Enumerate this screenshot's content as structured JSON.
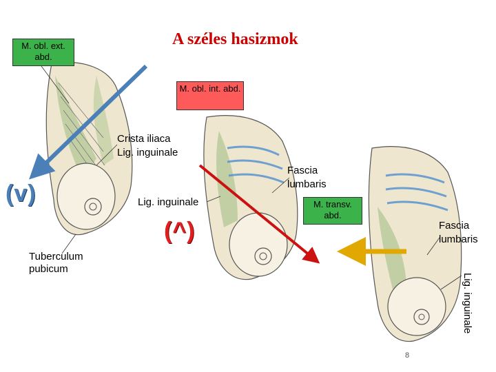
{
  "title": "A széles hasizmok",
  "labels": {
    "ext_obl": "M. obl. ext. abd.",
    "int_obl": "M. obl. int. abd.",
    "crista": "Crista iliaca",
    "lig_inguinale_1": "Lig. inguinale",
    "lig_inguinale_2": "Lig. inguinale",
    "fascia_1": "Fascia lumbaris",
    "transv": "M. transv. abd.",
    "fascia_2": "Fascia lumbaris",
    "tuberculum": "Tuberculum pubicum",
    "lig_inguinale_3": "Lig. inguinale",
    "mark_v": "(v)",
    "mark_caret": "(^)"
  },
  "page_number": "8",
  "colors": {
    "title": "#cc0000",
    "box_green": "#3cb34a",
    "box_red": "#ff5a5a",
    "arrow_blue": "#4a7fb8",
    "arrow_red": "#cc1111",
    "arrow_gold": "#e0a800"
  }
}
